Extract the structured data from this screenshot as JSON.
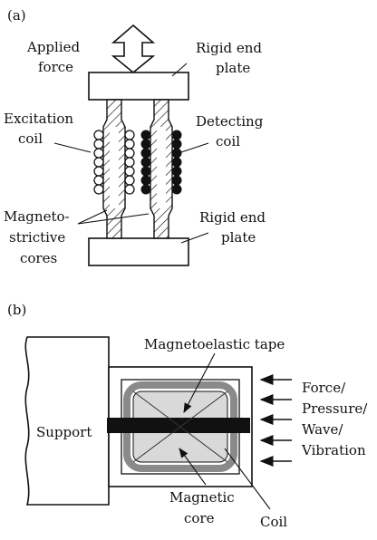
{
  "panel_a": {
    "tag": "(a)",
    "applied_force": [
      "Applied",
      "force"
    ],
    "rigid_end_plate_top": [
      "Rigid end",
      "plate"
    ],
    "excitation_coil": [
      "Excitation",
      "coil"
    ],
    "detecting_coil": [
      "Detecting",
      "coil"
    ],
    "cores": [
      "Magneto-",
      "strictive",
      "cores"
    ],
    "rigid_end_plate_bottom": [
      "Rigid end",
      "plate"
    ]
  },
  "panel_b": {
    "tag": "(b)",
    "magnetoelastic_tape": "Magnetoelastic tape",
    "support": "Support",
    "stimuli": [
      "Force/",
      "Pressure/",
      "Wave/",
      "Vibration"
    ],
    "magnetic_core": [
      "Magnetic",
      "core"
    ],
    "coil": "Coil"
  },
  "colors": {
    "line": "#111111",
    "detecting_coil_fill": "#111111",
    "excitation_coil_fill": "#ffffff",
    "tape_outline": "#8a8a8a",
    "core_fill": "#d9d9d9",
    "coil_band": "#111111"
  }
}
